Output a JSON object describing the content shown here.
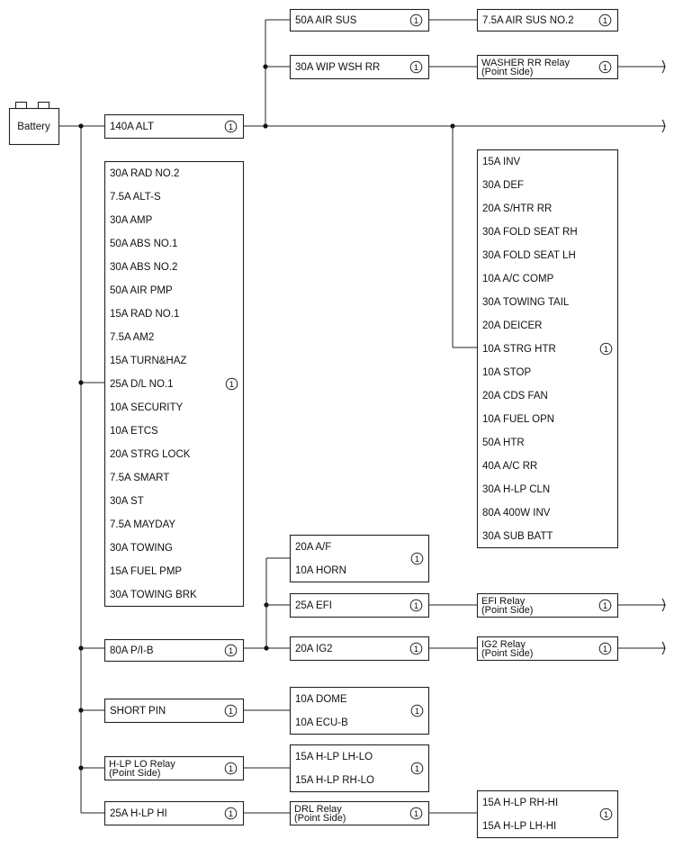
{
  "battery": "Battery",
  "circled_one": "1",
  "main_fuse": "140A ALT",
  "top_branch": {
    "row1": [
      "50A AIR SUS",
      "7.5A AIR SUS NO.2"
    ],
    "row2_fuse": "30A WIP WSH RR",
    "row2_relay": [
      "WASHER RR Relay",
      "(Point Side)"
    ]
  },
  "left_block": [
    "30A RAD NO.2",
    "7.5A ALT-S",
    "30A AMP",
    "50A ABS NO.1",
    "30A ABS NO.2",
    "50A AIR PMP",
    "15A RAD NO.1",
    "7.5A AM2",
    "15A TURN&HAZ",
    "25A D/L NO.1",
    "10A SECURITY",
    "10A ETCS",
    "20A STRG LOCK",
    "7.5A SMART",
    "30A ST",
    "7.5A MAYDAY",
    "30A TOWING",
    "15A FUEL PMP",
    "30A TOWING BRK"
  ],
  "right_block": [
    "15A INV",
    "30A DEF",
    "20A S/HTR RR",
    "30A FOLD SEAT RH",
    "30A FOLD SEAT LH",
    "10A A/C COMP",
    "30A TOWING TAIL",
    "20A DEICER",
    "10A STRG HTR",
    "10A STOP",
    "20A CDS FAN",
    "10A FUEL OPN",
    "50A HTR",
    "40A A/C RR",
    "30A H-LP CLN",
    "80A 400W INV",
    "30A SUB BATT"
  ],
  "pib": {
    "fuse": "80A P/I-B",
    "pair": [
      "20A A/F",
      "10A HORN"
    ],
    "efi": "25A EFI",
    "efi_relay": [
      "EFI Relay",
      "(Point Side)"
    ],
    "ig2": "20A IG2",
    "ig2_relay": [
      "IG2 Relay",
      "(Point Side)"
    ]
  },
  "short_pin": {
    "label": "SHORT PIN",
    "pair": [
      "10A DOME",
      "10A ECU-B"
    ]
  },
  "hlp_lo": {
    "relay": [
      "H-LP LO Relay",
      "(Point Side)"
    ],
    "pair": [
      "15A H-LP LH-LO",
      "15A H-LP RH-LO"
    ]
  },
  "hlp_hi": {
    "fuse": "25A H-LP HI",
    "relay": [
      "DRL Relay",
      "(Point Side)"
    ],
    "pair": [
      "15A H-LP RH-HI",
      "15A H-LP LH-HI"
    ]
  }
}
